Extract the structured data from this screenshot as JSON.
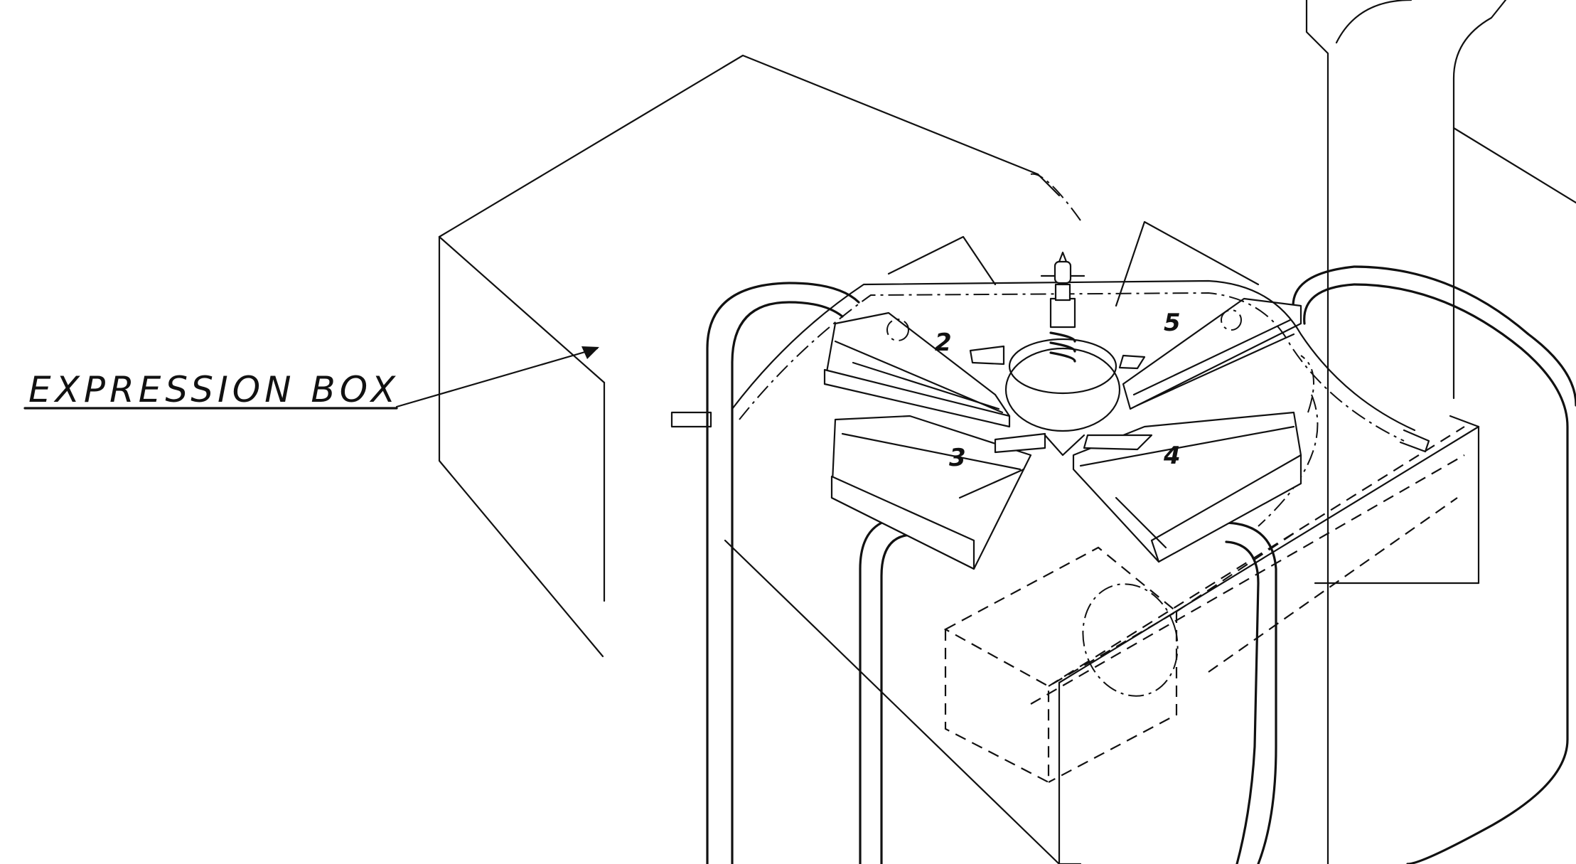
{
  "labels": {
    "expression_box": "EXPRESSION BOX"
  },
  "reed_numbers": [
    "2",
    "3",
    "4",
    "5"
  ],
  "colors": {
    "ink": "#111111",
    "paper": "#ffffff"
  }
}
